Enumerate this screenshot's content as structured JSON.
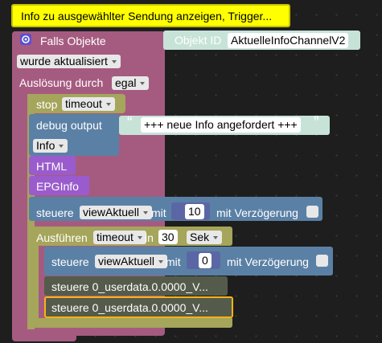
{
  "comment": {
    "text": "Info zu ausgewählter Sendung anzeigen, Trigger..."
  },
  "trigger": {
    "label": "Falls Objekte",
    "objekt_id_label": "Objekt ID",
    "objekt_id_value": "AktuelleInfoChannelV2",
    "event": "wurde aktualisiert",
    "ausloesung_label": "Auslösung durch",
    "ausloesung_value": "egal"
  },
  "stop": {
    "label": "stop",
    "value": "timeout"
  },
  "debug": {
    "label": "debug output",
    "text": "+++ neue Info angefordert +++",
    "level": "Info",
    "quote_open": "“",
    "quote_close": "”"
  },
  "html_block": {
    "label": "HTML"
  },
  "epg_block": {
    "label": "EPGInfo"
  },
  "set1": {
    "label": "steuere",
    "variable": "viewAktuell",
    "mit": "mit",
    "value": "10",
    "verz": "mit Verzögerung"
  },
  "timeout": {
    "label": "Ausführen",
    "name": "timeout",
    "in": "in",
    "value": "30",
    "unit": "Sek"
  },
  "set2": {
    "label": "steuere",
    "variable": "viewAktuell",
    "mit": "mit",
    "value": "0",
    "verz": "mit Verzögerung"
  },
  "set3": {
    "text": "steuere 0_userdata.0.0000_V..."
  },
  "set4": {
    "text": "steuere 0_userdata.0.0000_V..."
  },
  "colors": {
    "trigger": "#a55b80",
    "control": "#a5a55b",
    "debug": "#5b80a5",
    "html": "#9a5ccc",
    "set": "#5b80a5",
    "collapsed": "#555b4b",
    "comment": "#ffff00",
    "selected_outline": "#fcb215"
  }
}
